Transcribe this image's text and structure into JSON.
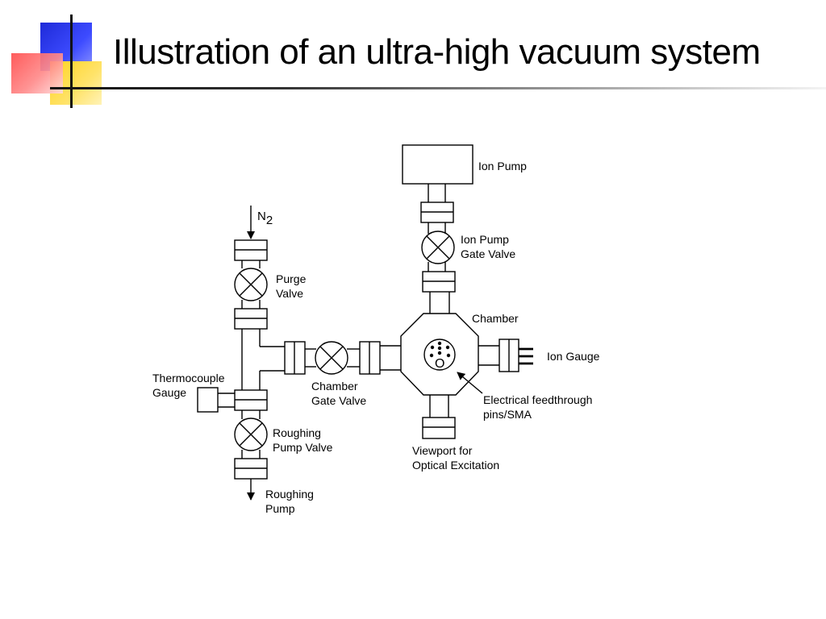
{
  "slide": {
    "title": "Illustration of an ultra-high vacuum system"
  },
  "diagram": {
    "labels": {
      "ion_pump": "Ion Pump",
      "ion_pump_gate_valve": [
        "Ion Pump",
        "Gate Valve"
      ],
      "n2_base": "N",
      "n2_sub": "2",
      "purge_valve": [
        "Purge",
        "Valve"
      ],
      "chamber": "Chamber",
      "ion_gauge": "Ion Gauge",
      "thermocouple_gauge": [
        "Thermocouple",
        "Gauge"
      ],
      "chamber_gate_valve": [
        "Chamber",
        "Gate Valve"
      ],
      "electrical_feedthrough": [
        "Electrical feedthrough",
        "pins/SMA"
      ],
      "roughing_pump_valve": [
        "Roughing",
        "Pump Valve"
      ],
      "viewport": [
        "Viewport for",
        "Optical Excitation"
      ],
      "roughing_pump": [
        "Roughing",
        "Pump"
      ],
      "feedthrough_o": "O"
    }
  }
}
